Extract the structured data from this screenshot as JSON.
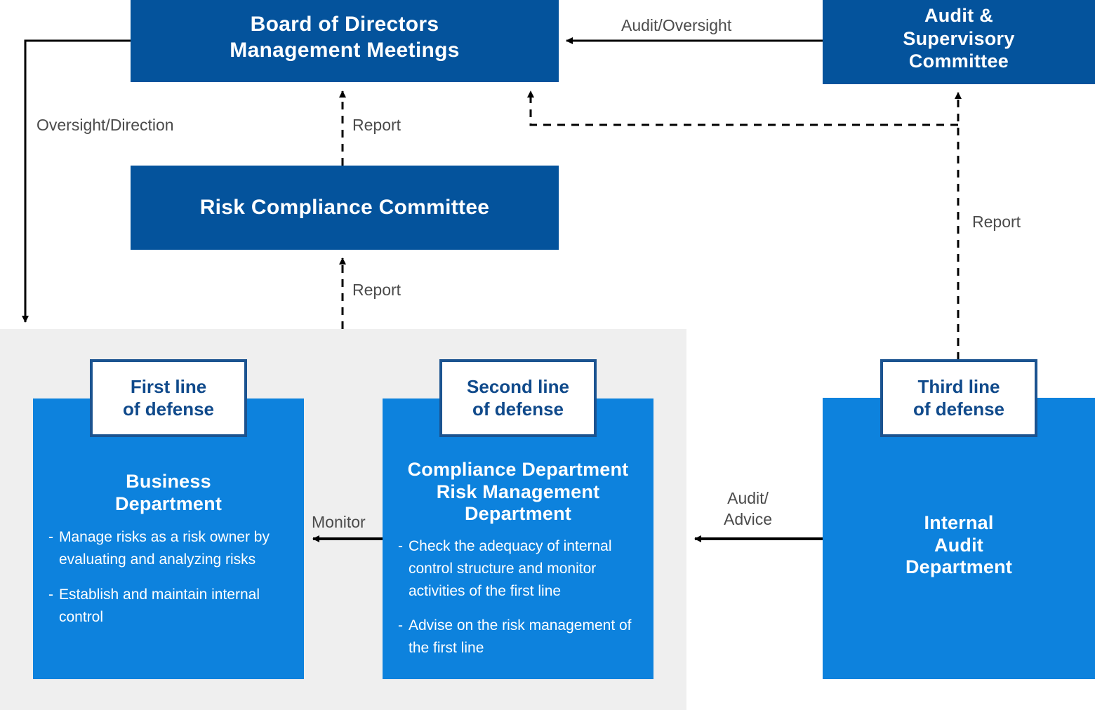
{
  "colors": {
    "navy": "#04539c",
    "light_blue": "#0d82dd",
    "panel_grey": "#efefef",
    "tag_border": "#1b5390",
    "tag_text": "#104a8b",
    "label_grey": "#4b4b4b",
    "arrow": "#000000"
  },
  "boxes": {
    "board": "Board of Directors\nManagement Meetings",
    "audit_supervisory_committee": "Audit &\nSupervisory\nCommittee",
    "risk_compliance_committee": "Risk Compliance Committee",
    "first_line": {
      "tag": "First line\nof defense",
      "title": "Business\nDepartment",
      "bullets": [
        "Manage risks as a risk owner by evaluating and analyzing risks",
        "Establish and maintain internal control"
      ]
    },
    "second_line": {
      "tag": "Second line\nof defense",
      "title": "Compliance Department\nRisk Management\nDepartment",
      "bullets": [
        "Check the adequacy of internal control structure and monitor activities of the first line",
        "Advise on the risk management of the first line"
      ]
    },
    "third_line": {
      "tag": "Third line\nof defense",
      "title": "Internal\nAudit\nDepartment"
    }
  },
  "edges": {
    "audit_oversight": "Audit/Oversight",
    "oversight_direction": "Oversight/Direction",
    "report_to_board": "Report",
    "report_to_audit_committee": "Report",
    "report_to_rcc": "Report",
    "monitor": "Monitor",
    "audit_advice": "Audit/\nAdvice"
  }
}
